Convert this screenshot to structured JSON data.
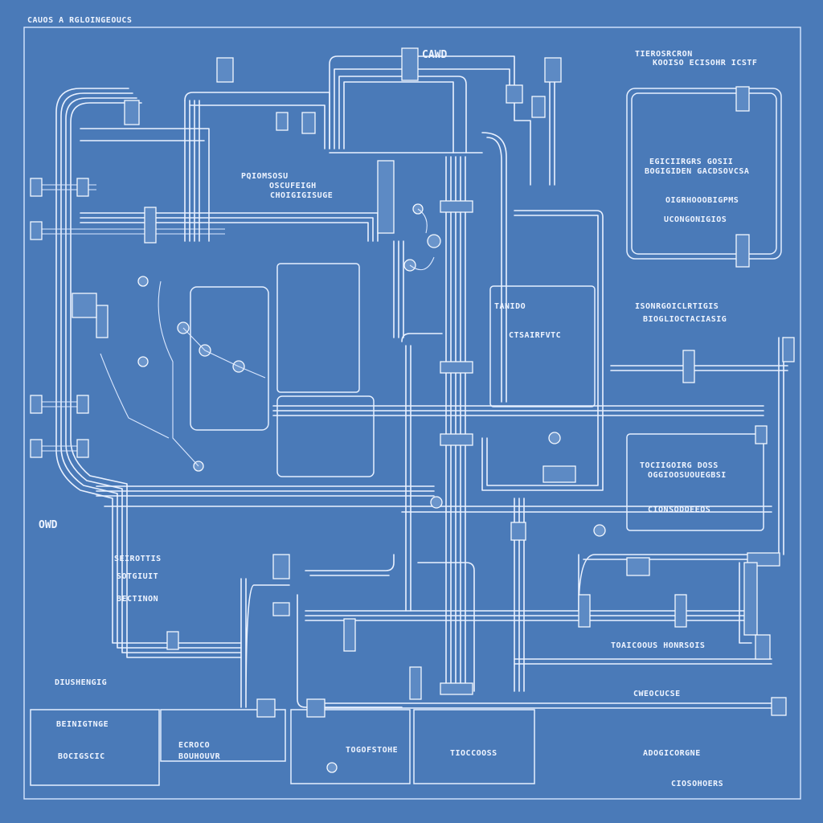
{
  "diagram": {
    "kind": "blueprint-piping-schematic",
    "colors": {
      "paper": "#4a7ab8",
      "line": "#e9f1ff",
      "fitting_fill": "#6b95cb"
    },
    "annotations": [
      {
        "name": "label-top-left-title",
        "text": "CAUOS A RGLOINGEOUCS"
      },
      {
        "name": "label-top-center",
        "text": "CAWD"
      },
      {
        "name": "label-top-right-heading",
        "text": "TIEROSRCRON"
      },
      {
        "name": "label-top-right-sub",
        "text": "KOOISO ECISOHR ICSTF"
      },
      {
        "name": "label-right-panel-1",
        "text": "EGICIIRGRS GOSII"
      },
      {
        "name": "label-right-panel-2",
        "text": "BOGIGIDEN GACDSOVCSA"
      },
      {
        "name": "label-right-panel-3",
        "text": "OIGRHOOOBIGPMS"
      },
      {
        "name": "label-right-panel-4",
        "text": "UCONGONIGIOS"
      },
      {
        "name": "label-upper-center",
        "text": "PQIOMSOSU"
      },
      {
        "name": "label-upper-center-2",
        "text": "OSCUFEIGH"
      },
      {
        "name": "label-upper-center-3",
        "text": "CHOIGIGISUGE"
      },
      {
        "name": "label-center-mid",
        "text": "TANIDO"
      },
      {
        "name": "label-center-mid-2",
        "text": "CTSAIRFVTC"
      },
      {
        "name": "label-right-mid-1",
        "text": "ISONRGOICLRTIGIS"
      },
      {
        "name": "label-right-mid-2",
        "text": "BIOGLIOCTACIASIG"
      },
      {
        "name": "label-right-lower-1",
        "text": "TOCIIGOIRG DOSS"
      },
      {
        "name": "label-right-lower-2",
        "text": "OGGIOOSUOUEGBSI"
      },
      {
        "name": "label-right-lower-3",
        "text": "CIONSODOEEOS"
      },
      {
        "name": "label-left-side",
        "text": "OWD"
      },
      {
        "name": "label-left-lower-1",
        "text": "SEIROTTIS"
      },
      {
        "name": "label-left-lower-2",
        "text": "SOTGIUIT"
      },
      {
        "name": "label-left-lower-3",
        "text": "BECTINON"
      },
      {
        "name": "label-bottom-right",
        "text": "TOAICOOUS HONRSOIS"
      },
      {
        "name": "label-bottom-right-2",
        "text": "CWEOCUCSE"
      },
      {
        "name": "label-legend-1",
        "text": "DIUSHENGIG"
      },
      {
        "name": "label-legend-2",
        "text": "BEINIGTNGE"
      },
      {
        "name": "label-legend-3",
        "text": "BOCIGSCIC"
      },
      {
        "name": "label-bottom-center-1",
        "text": "ECROCO"
      },
      {
        "name": "label-bottom-center-2",
        "text": "BOUHOUVR"
      },
      {
        "name": "label-bottom-center-3",
        "text": "TOGOFSTOHE"
      },
      {
        "name": "label-bottom-right-3",
        "text": "ADOGICORGNE"
      },
      {
        "name": "label-bottom-mid",
        "text": "TIOCCOOSS"
      },
      {
        "name": "label-bottom-footer",
        "text": "CIOSOHOERS"
      }
    ]
  }
}
